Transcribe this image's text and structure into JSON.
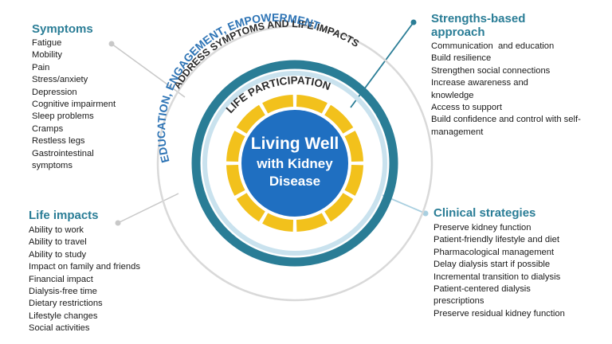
{
  "center": {
    "line1": "Living Well",
    "line2": "with Kidney",
    "line3": "Disease"
  },
  "rings": {
    "outer_text": "ADDRESS SYMPTOMS AND LIFE IMPACTS",
    "middle_text": "EDUCATION, ENGAGEMENT, EMPOWERMENT",
    "inner_text": "LIFE PARTICIPATION"
  },
  "symptoms": {
    "title": "Symptoms",
    "items": [
      "Fatigue",
      "Mobility",
      "Pain",
      "Stress/anxiety",
      "Depression",
      "Cognitive impairment",
      "Sleep problems",
      "Cramps",
      "Restless legs",
      "Gastrointestinal symptoms"
    ]
  },
  "strengths": {
    "title_line1": "Strengths-based",
    "title_line2": "approach",
    "items": [
      "Communication  and education",
      "Build resilience",
      "Strengthen social connections",
      "Increase awareness and knowledge",
      "Access to support",
      "Build confidence and control with self-management"
    ]
  },
  "life_impacts": {
    "title": "Life impacts",
    "items": [
      "Ability to work",
      "Ability to travel",
      "Ability to study",
      "Impact on family and friends",
      "Financial impact",
      "Dialysis-free time",
      "Dietary restrictions",
      "Lifestyle changes",
      "Social activities"
    ]
  },
  "clinical": {
    "title": "Clinical strategies",
    "items": [
      "Preserve kidney function",
      "Patient-friendly lifestyle and diet",
      "Pharmacological management",
      "Delay dialysis start if possible",
      "Incremental transition to dialysis",
      "Patient-centered dialysis prescriptions",
      "Preserve residual kidney function"
    ]
  },
  "colors": {
    "teal_title": "#2a7d96",
    "teal_ring": "#2a7d96",
    "center_blue": "#1f6fc1",
    "gold": "#f2c11c",
    "outer_ring_gray": "#d9d9d9",
    "pale_blue": "#c9e2ee",
    "middle_text_blue": "#2e74b5",
    "ring_text_dark": "#2b2b2b"
  }
}
